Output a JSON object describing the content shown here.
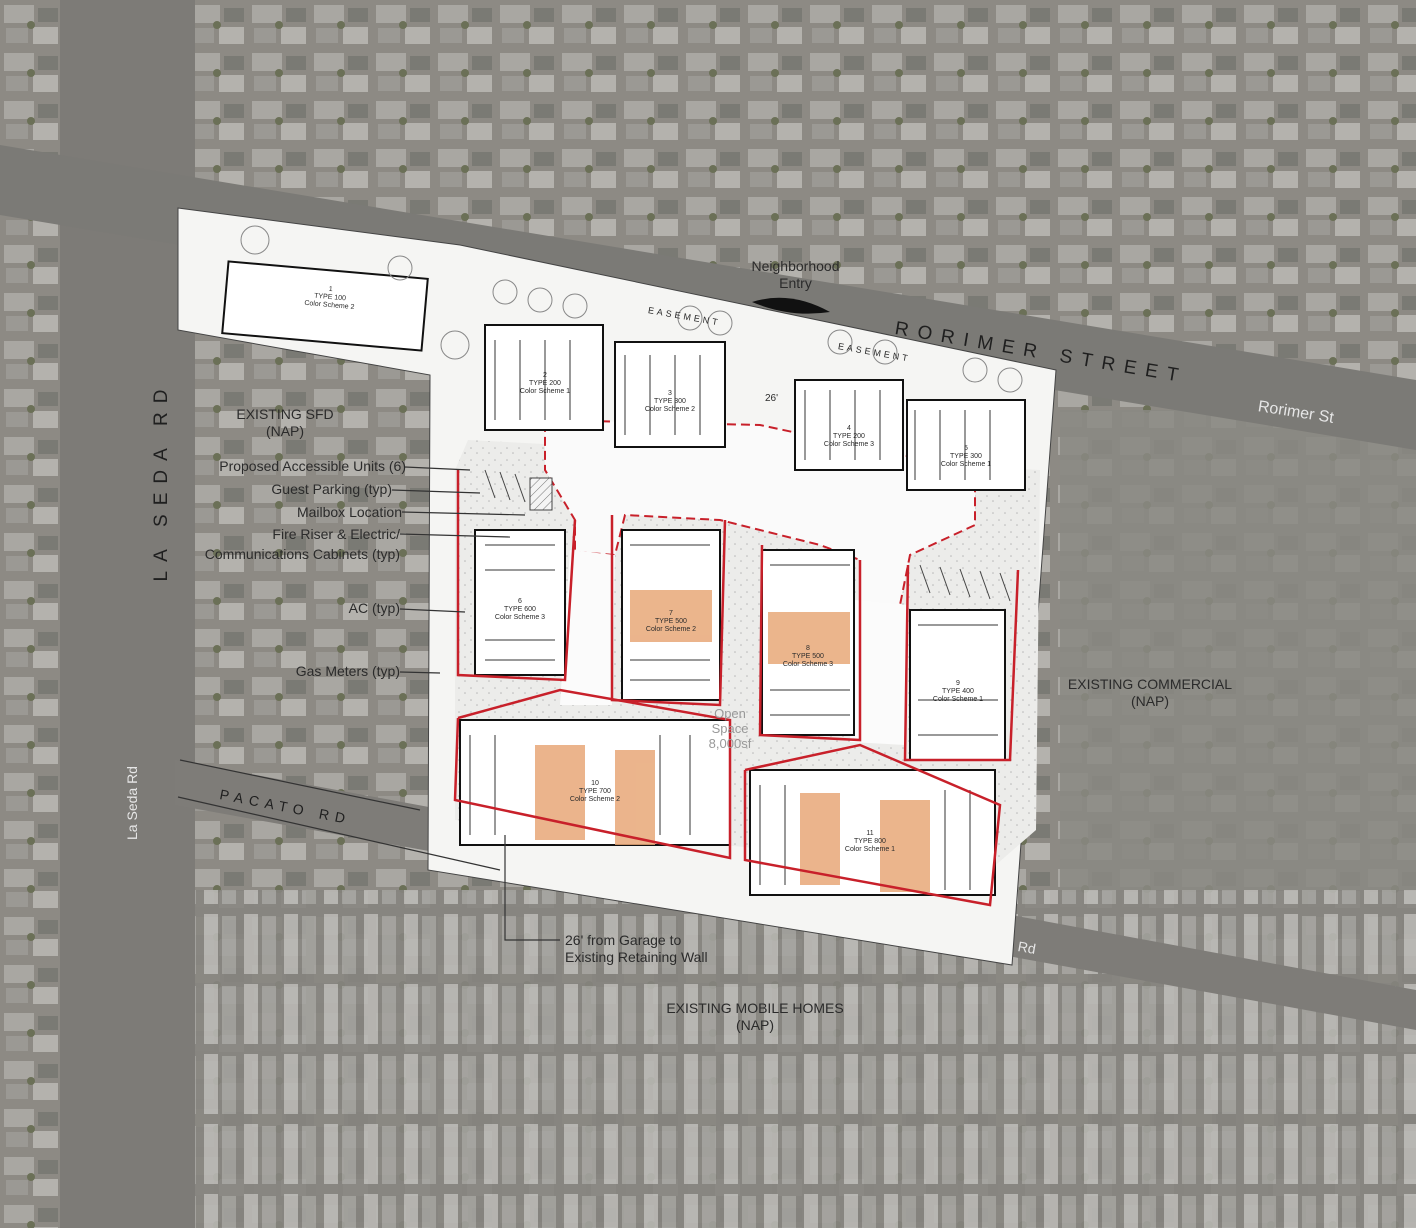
{
  "streets": {
    "rorimer": "RORIMER STREET",
    "rorimer_map": "Rorimer St",
    "la_seda": "LA SEDA RD",
    "la_seda_map": "La Seda Rd",
    "pacato": "PACATO RD",
    "rd_map": "Rd"
  },
  "labels": {
    "entry_line1": "Neighborhood",
    "entry_line2": "Entry",
    "easement": "EASEMENT",
    "width_26": "26'",
    "existing_sfd": "EXISTING SFD",
    "existing_sfd_nap": "(NAP)",
    "existing_commercial": "EXISTING COMMERCIAL",
    "existing_commercial_nap": "(NAP)",
    "existing_mobile": "EXISTING MOBILE HOMES",
    "existing_mobile_nap": "(NAP)",
    "garage_line1": "26' from Garage to",
    "garage_line2": "Existing Retaining Wall",
    "open_space_line1": "Open",
    "open_space_line2": "Space",
    "open_space_line3": "8,000sf"
  },
  "legend": [
    "Proposed Accessible Units (6)",
    "Guest Parking (typ)",
    "Mailbox Location",
    "Fire Riser & Electric/",
    "Communications Cabinets (typ)",
    "AC (typ)",
    "Gas Meters (typ)"
  ],
  "buildings": [
    {
      "num": "1",
      "type": "TYPE 100",
      "scheme": "Color Scheme 2"
    },
    {
      "num": "2",
      "type": "TYPE 200",
      "scheme": "Color Scheme 1"
    },
    {
      "num": "3",
      "type": "TYPE 300",
      "scheme": "Color Scheme 2"
    },
    {
      "num": "4",
      "type": "TYPE 200",
      "scheme": "Color Scheme 3"
    },
    {
      "num": "5",
      "type": "TYPE 300",
      "scheme": "Color Scheme 1"
    },
    {
      "num": "6",
      "type": "TYPE 600",
      "scheme": "Color Scheme 3"
    },
    {
      "num": "7",
      "type": "TYPE 500",
      "scheme": "Color Scheme 2"
    },
    {
      "num": "8",
      "type": "TYPE 500",
      "scheme": "Color Scheme 3"
    },
    {
      "num": "9",
      "type": "TYPE 400",
      "scheme": "Color Scheme 1"
    },
    {
      "num": "10",
      "type": "TYPE 700",
      "scheme": "Color Scheme 2"
    },
    {
      "num": "11",
      "type": "TYPE 800",
      "scheme": "Color Scheme 1"
    }
  ],
  "colors": {
    "boundary": "#c8202a",
    "accessible_unit": "#e8a878",
    "aerial": "#8e8b84",
    "site": "#f2f2f0"
  }
}
